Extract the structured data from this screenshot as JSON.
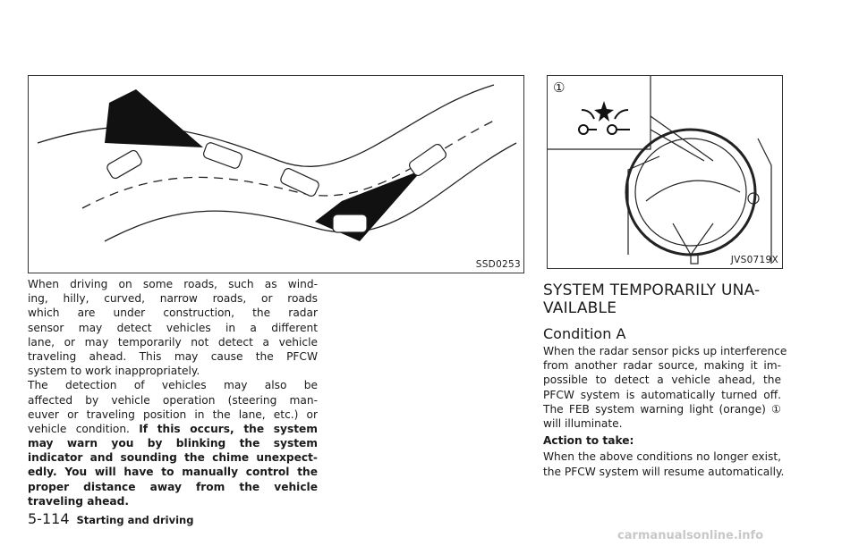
{
  "figures": {
    "left": {
      "code": "SSD0253"
    },
    "right": {
      "code": "JVS0719X",
      "callout": "①"
    }
  },
  "left_column": {
    "paragraphs": [
      {
        "lines": [
          {
            "text": "When driving on some roads, such as wind-"
          },
          {
            "text": "ing, hilly, curved, narrow roads, or roads"
          },
          {
            "text": "which are under construction, the radar"
          },
          {
            "text": "sensor may detect vehicles in a different"
          },
          {
            "text": "lane, or may temporarily not detect a vehicle"
          },
          {
            "text": "traveling ahead. This may cause the PFCW"
          },
          {
            "text": "system to work inappropriately."
          }
        ]
      },
      {
        "lines": [
          {
            "text": "The detection of vehicles may also be"
          },
          {
            "text": "affected by vehicle operation (steering man-"
          },
          {
            "text": "euver or traveling position in the lane, etc.) or"
          },
          {
            "text": "vehicle condition. ",
            "bold": "If this occurs, the system"
          },
          {
            "bold": "may warn you by blinking the system"
          },
          {
            "bold": "indicator and sounding the chime unexpect-"
          },
          {
            "bold": "edly. You will have to manually control the"
          },
          {
            "bold": "proper distance away from the vehicle"
          },
          {
            "bold": "traveling ahead."
          }
        ]
      }
    ]
  },
  "right_column": {
    "heading_lines": [
      "SYSTEM TEMPORARILY UNA-",
      "VAILABLE"
    ],
    "subheading": "Condition A",
    "paragraph1": {
      "lines": [
        {
          "text": "When the radar sensor picks up interference"
        },
        {
          "text": "from another radar source, making it im-"
        },
        {
          "text": "possible to detect a vehicle ahead, the"
        },
        {
          "text": "PFCW system is automatically turned off."
        },
        {
          "text": "The FEB system warning light (orange) ①"
        },
        {
          "text": "will illuminate."
        }
      ]
    },
    "action_label": "Action to take:",
    "paragraph2": {
      "lines": [
        {
          "text": "When the above conditions no longer exist,"
        },
        {
          "text": "the PFCW system will resume automatically."
        }
      ]
    }
  },
  "footer": {
    "page_number": "5-114",
    "section_title": "Starting and driving"
  },
  "watermark": "carmanualsonline.info"
}
